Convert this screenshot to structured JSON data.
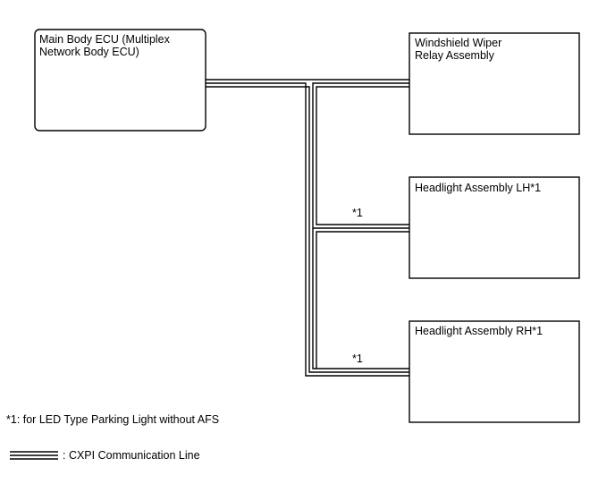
{
  "components": {
    "main_ecu": {
      "line1": "Main Body ECU (Multiplex",
      "line2": "Network Body ECU)"
    },
    "wiper_relay": {
      "line1": "Windshield Wiper",
      "line2": "Relay Assembly"
    },
    "headlight_lh": {
      "line1": "Headlight Assembly LH*1"
    },
    "headlight_rh": {
      "line1": "Headlight Assembly RH*1"
    }
  },
  "branch_labels": {
    "lh": "*1",
    "rh": "*1"
  },
  "notes": {
    "footnote": "*1: for LED Type Parking Light without AFS",
    "legend": ": CXPI Communication Line"
  }
}
